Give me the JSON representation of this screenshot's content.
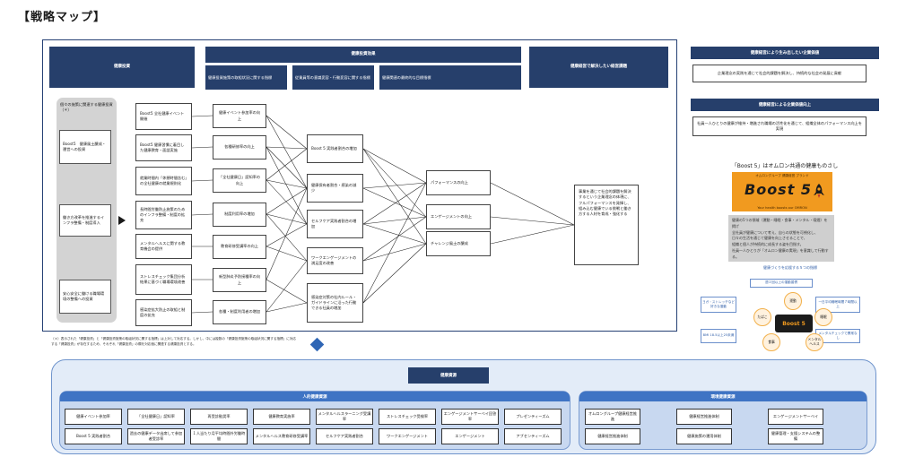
{
  "page_title": "【戦略マップ】",
  "main": {
    "col_health_investment": "健康投資",
    "col_investment_effect": "健康投資効果",
    "col_goal": "健康経営で解決したい経営課題",
    "sub_effect_1": "健康投資施策の取組状況に関する指標",
    "sub_effect_2": "従業員等の意識変容・行動変容に関する指標",
    "sub_effect_3": "健康関連の最終的な目標指標",
    "lane_title": "個々の施策に関連する健康投資（＊）",
    "lane_items": [
      "Boost5　健康風土醸成・運営への投資",
      "働き方改革を推進するインフラ整備・制度導入",
      "安心安全に働ける職場環境の整備への投資"
    ],
    "col1": [
      "Boost5\n全社健康イベント開催",
      "Boost5\n健康習慣に着目した健康教育・面談実施",
      "就業時間内「休憩時間含む」の全社健康の就業規則化",
      "長時間労働防止施策のためのインフラ整備・制度の拡充",
      "メンタルヘルスに関する教育機会の提供",
      "ストレスチェック集団分析結果に基づく職場環境改善",
      "感染症拡大防止の取組と制度の拡充"
    ],
    "col2": [
      "健康イベント参加率の向上",
      "各種研修率の向上",
      "「全社健康日」認知率の向上",
      "制度利用率の増加",
      "教育研修受講率の向上",
      "新型肺炎予防接種率の向上",
      "各種・制度利用者の増加"
    ],
    "col3": [
      "Boost 5 実践者割合の増加",
      "健康保有者割合・感染の減少",
      "セルフケア実践者割合の増加",
      "ワークエンゲージメントの満足度の改善",
      "感染症対策の社内ルール・ガイドラインに沿った行動できる社員の増加"
    ],
    "col4": [
      "パフォーマンスの向上",
      "エンゲージメントの向上",
      "チャレンジ風土の醸成"
    ],
    "goal": "事業を通じて社会的課題を解決するという企業理念の体現に、フルパフォーマンスを発揮し、組み込む健康でいる挑戦と働き方する人材を育成・強化する"
  },
  "note": "（＊）表示された「健康投資」と「健康投資施策の取組状況に関する指標」は上対して対応する。しかし、中には複数の「健康投資施策の取組状況に関する指標」に対応する「健康投資」が存在するため、それぞれ「健康投資」の欄を対応個に関連する健康投資とする。",
  "right": {
    "hdr1": "健康経営により生み出したい企業価値",
    "box1": "企業理念の実践を通じて社会的課題を解決し、持続的な社会の発展に貢献",
    "hdr2": "健康経営による企業価値向上",
    "box2": "社員一人ひとりの健康が維持・増進され職場の活性化を通じて、組織全体のパフォーマンス向上を実現",
    "caption": "「Boost 5」はオムロン共通の健康ものさし",
    "logo_top": "オムロングループ 健康経営 ブランド",
    "logo_main": "Boost 5",
    "logo_sub": "Your health boosts our OMRON",
    "desc": [
      "健康の5つの領域（運動・睡眠・食事・メンタル・喫煙）を掲げ",
      "全社員が健康について考え、自らの状態を可視化し、",
      "日々の生活を通じて健康を向上させることで、",
      "組織と個人が持続的に成長する姿を目指す。",
      "社員一人ひとりが「オムロン健康の実現」を意識して行動する。"
    ],
    "wheel_title": "健康づくりを応援する５つの指標",
    "wheel_top": "週２回以上の運動習慣",
    "wheel_left_top": "ヨガ・ストレッチなど好きな運動",
    "wheel_right_top": "一日平均睡眠時間７時間以上",
    "wheel_left_bottom": "BMI 18.5以上25未満",
    "wheel_right_bottom": "メンタルチェックで異常なし",
    "wheel_center": "Boost 5",
    "wheel_nodes": [
      "運動",
      "たばこ",
      "睡眠",
      "食事",
      "メンタルヘルス"
    ]
  },
  "bottom": {
    "header": "健康資源",
    "group1_title": "人的健康資源",
    "group2_title": "環境健康資源",
    "g1_row1": [
      "健康イベント参加率",
      "「全社健康日」認知率",
      "再受診勧奨率",
      "健康教育実施率",
      "メンタルヘルスラーニング受講率",
      "ストレスチェック受検率",
      "エンゲージメントサーベイ回答率",
      "プレゼンティーズム"
    ],
    "g1_row2": [
      "Boost 5 実践者割合",
      "過去の健康データ出席して参加者受診率",
      "１人当たり月平均時間外労働時間",
      "メンタルヘルス教育研修受講率",
      "セルフケア実践者割合",
      "ワークエンゲージメント",
      "エンゲージメント",
      "アブセンティーズム"
    ],
    "g2_row1": [
      "オムロングループ健康経営推進",
      "健康経営推進体制",
      "エンゲージメントサーベイ"
    ],
    "g2_row2": [
      "健康経営推進体制",
      "健康施策の運用体制",
      "健康管理・支援システムの整備"
    ]
  }
}
